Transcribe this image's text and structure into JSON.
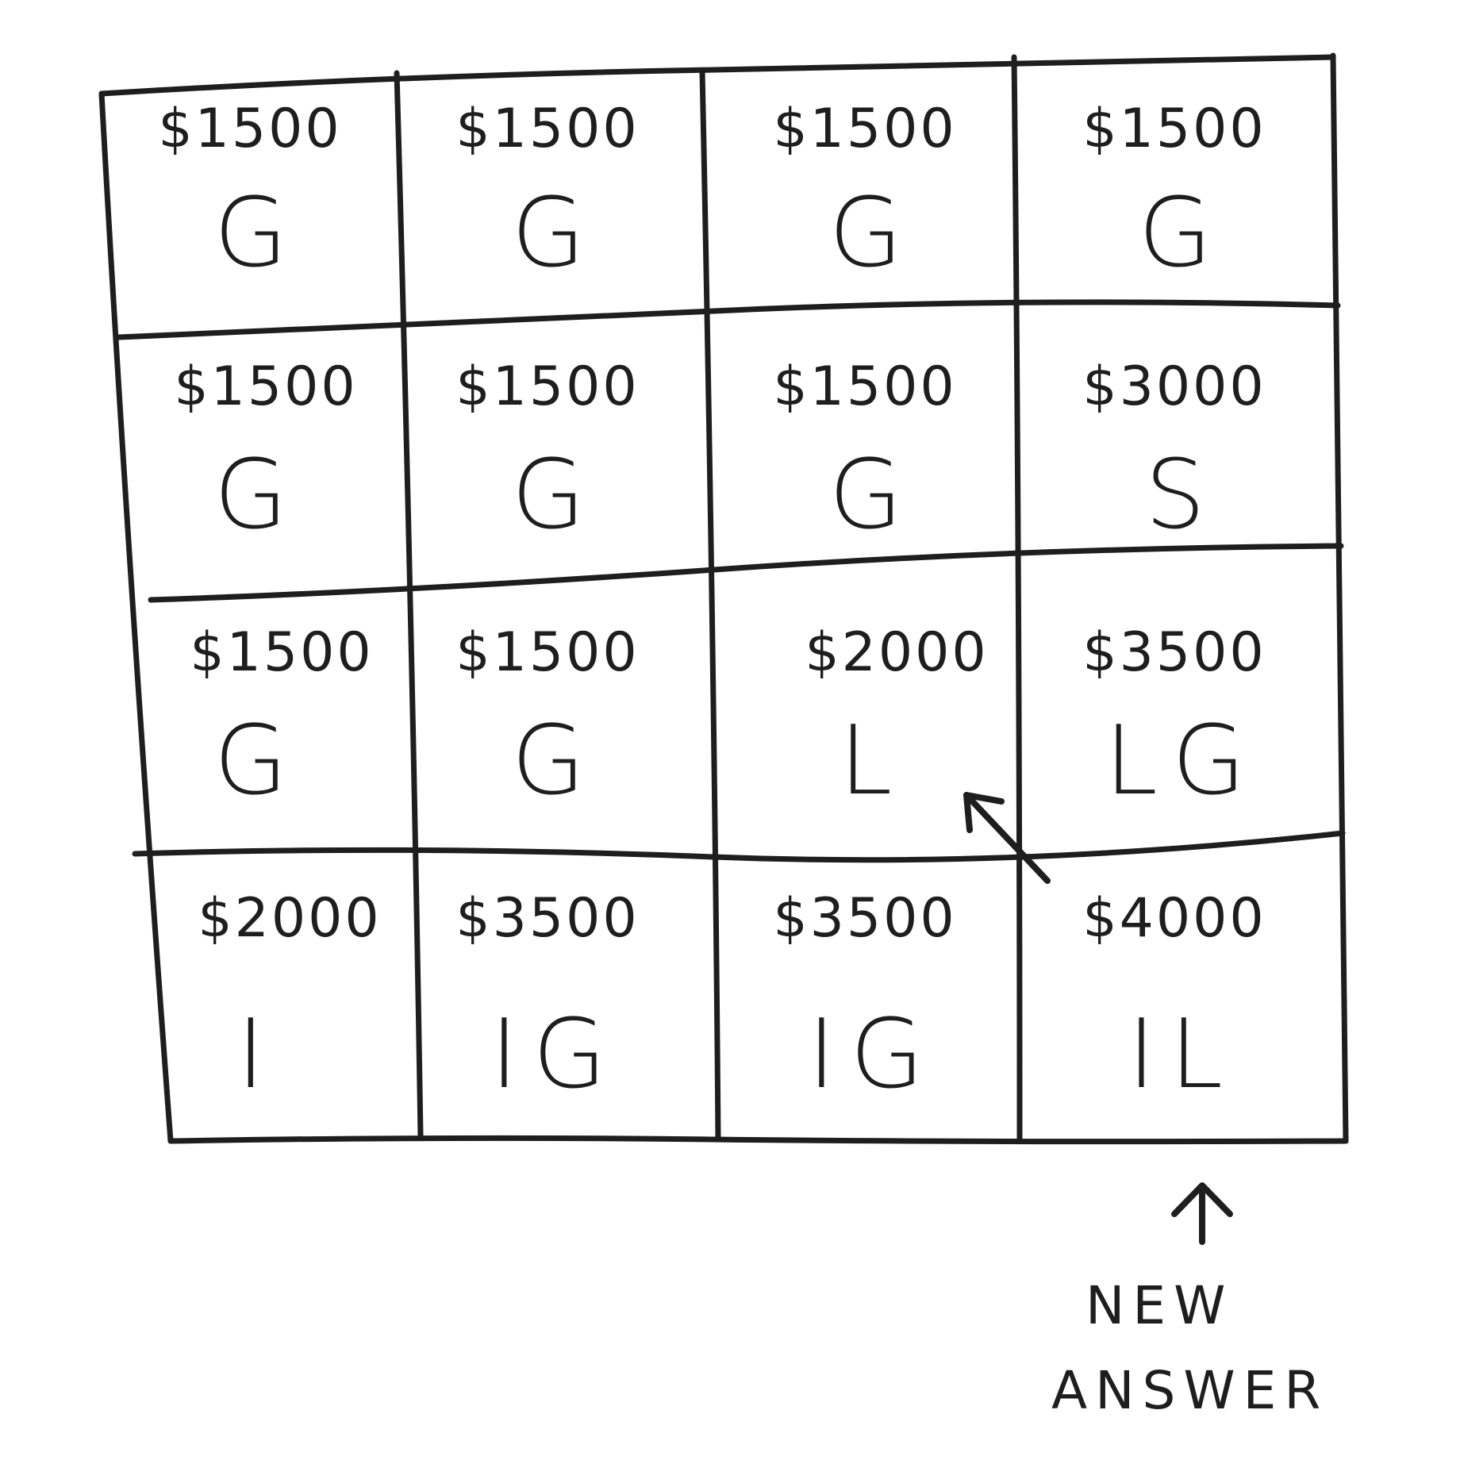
{
  "grid": {
    "rows": [
      [
        {
          "amount": "$1500",
          "code": "G"
        },
        {
          "amount": "$1500",
          "code": "G"
        },
        {
          "amount": "$1500",
          "code": "G"
        },
        {
          "amount": "$1500",
          "code": "G"
        }
      ],
      [
        {
          "amount": "$1500",
          "code": "G"
        },
        {
          "amount": "$1500",
          "code": "G"
        },
        {
          "amount": "$1500",
          "code": "G"
        },
        {
          "amount": "$3000",
          "code": "S"
        }
      ],
      [
        {
          "amount": "$1500",
          "code": "G"
        },
        {
          "amount": "$1500",
          "code": "G"
        },
        {
          "amount": "$2000",
          "code": "L"
        },
        {
          "amount": "$3500",
          "code": "LG"
        }
      ],
      [
        {
          "amount": "$2000",
          "code": "I"
        },
        {
          "amount": "$3500",
          "code": "IG"
        },
        {
          "amount": "$3500",
          "code": "IG"
        },
        {
          "amount": "$4000",
          "code": "IL"
        }
      ]
    ]
  },
  "annotation": {
    "line1": "NEW",
    "line2": "ANSWER"
  }
}
